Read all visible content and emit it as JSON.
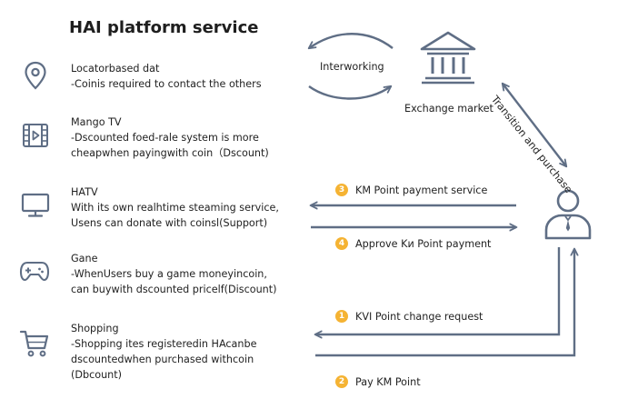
{
  "title": "HAI platform service",
  "services": [
    {
      "name": "Locatorbased dat",
      "lines": [
        "-Coinis required to contact the others"
      ],
      "icon": "location-pin-icon"
    },
    {
      "name": "Mango TV",
      "lines": [
        "-Dscounted foed-rale system is more",
        "cheapwhen payingwith coin（Dscount)"
      ],
      "icon": "film-strip-icon"
    },
    {
      "name": "HATV",
      "lines": [
        "With its own realhtime steaming service,",
        "Usens can donate with coinsl(Support)"
      ],
      "icon": "monitor-icon"
    },
    {
      "name": "Gane",
      "lines": [
        "-WhenUsers buy a game moneyincoin,",
        "can buywith dscounted pricelf(Discount)"
      ],
      "icon": "gamepad-icon"
    },
    {
      "name": "Shopping",
      "lines": [
        "-Shopping ites registeredin HAcanbe",
        "dscountedwhen purchased withcoin",
        "(Dbcount)"
      ],
      "icon": "shopping-cart-icon"
    }
  ],
  "interworking_label": "Interworking",
  "exchange_label": "Exchange market",
  "transition_label": "Transition and purchase",
  "steps": [
    {
      "num": "1",
      "label": "KVI Point change request"
    },
    {
      "num": "2",
      "label": "Pay KM Point"
    },
    {
      "num": "3",
      "label": "KM Point payment service"
    },
    {
      "num": "4",
      "label": "Approve Kи Point payment"
    }
  ],
  "colors": {
    "line": "#5f6e85",
    "badge": "#f5b333",
    "text": "#222222"
  }
}
